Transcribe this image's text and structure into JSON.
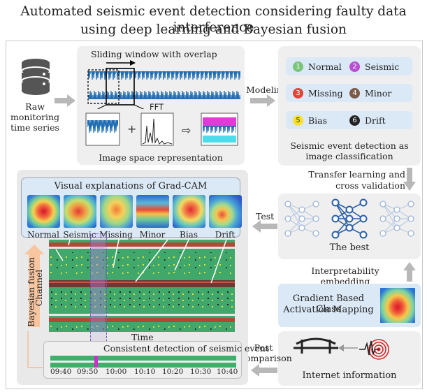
{
  "title": {
    "line1": "Automated seismic event detection considering faulty data interference",
    "line2": "using deep learning and Bayesian fusion"
  },
  "raw": {
    "line1": "Raw",
    "line2": "monitoring",
    "line3": "time series"
  },
  "image_space": {
    "sliding_label": "Sliding window with overlap",
    "fft_label": "FFT",
    "caption": "Image space representation"
  },
  "modeling_label": "Modeling",
  "classes": [
    {
      "num": "1",
      "name": "Normal",
      "color": "#7ac57a"
    },
    {
      "num": "2",
      "name": "Seismic",
      "color": "#b84fd0"
    },
    {
      "num": "3",
      "name": "Missing",
      "color": "#e8413a"
    },
    {
      "num": "4",
      "name": "Minor",
      "color": "#7a5a48"
    },
    {
      "num": "5",
      "name": "Bias",
      "color": "#f7e12a"
    },
    {
      "num": "6",
      "name": "Drift",
      "color": "#222222"
    }
  ],
  "classification": {
    "line1": "Seismic event detection as",
    "line2": "image classification"
  },
  "transfer": {
    "line1": "Transfer learning and",
    "line2": "cross validation"
  },
  "best_label": "The best",
  "test_label": "Test",
  "interpretability_label": "Interpretability embedding",
  "gradcam_box": {
    "line1": "Gradient Based Class",
    "line2": "Activation Mapping"
  },
  "visual_explanations": {
    "title": "Visual explanations of Grad-CAM",
    "labels": [
      "Normal",
      "Seismic",
      "Missing",
      "Minor",
      "Bias",
      "Drift"
    ]
  },
  "bayesian_label": "Bayesian fusion",
  "channel_label": "Channel",
  "time_label": "Time",
  "consistent_label": "Consistent detection of seismic event",
  "time_ticks": [
    "09:40",
    "09:50",
    "10:00",
    "10:10",
    "10:20",
    "10:30",
    "10:40"
  ],
  "post": {
    "line1": "Post",
    "line2": "comparison"
  },
  "internet_label": "Internet information"
}
